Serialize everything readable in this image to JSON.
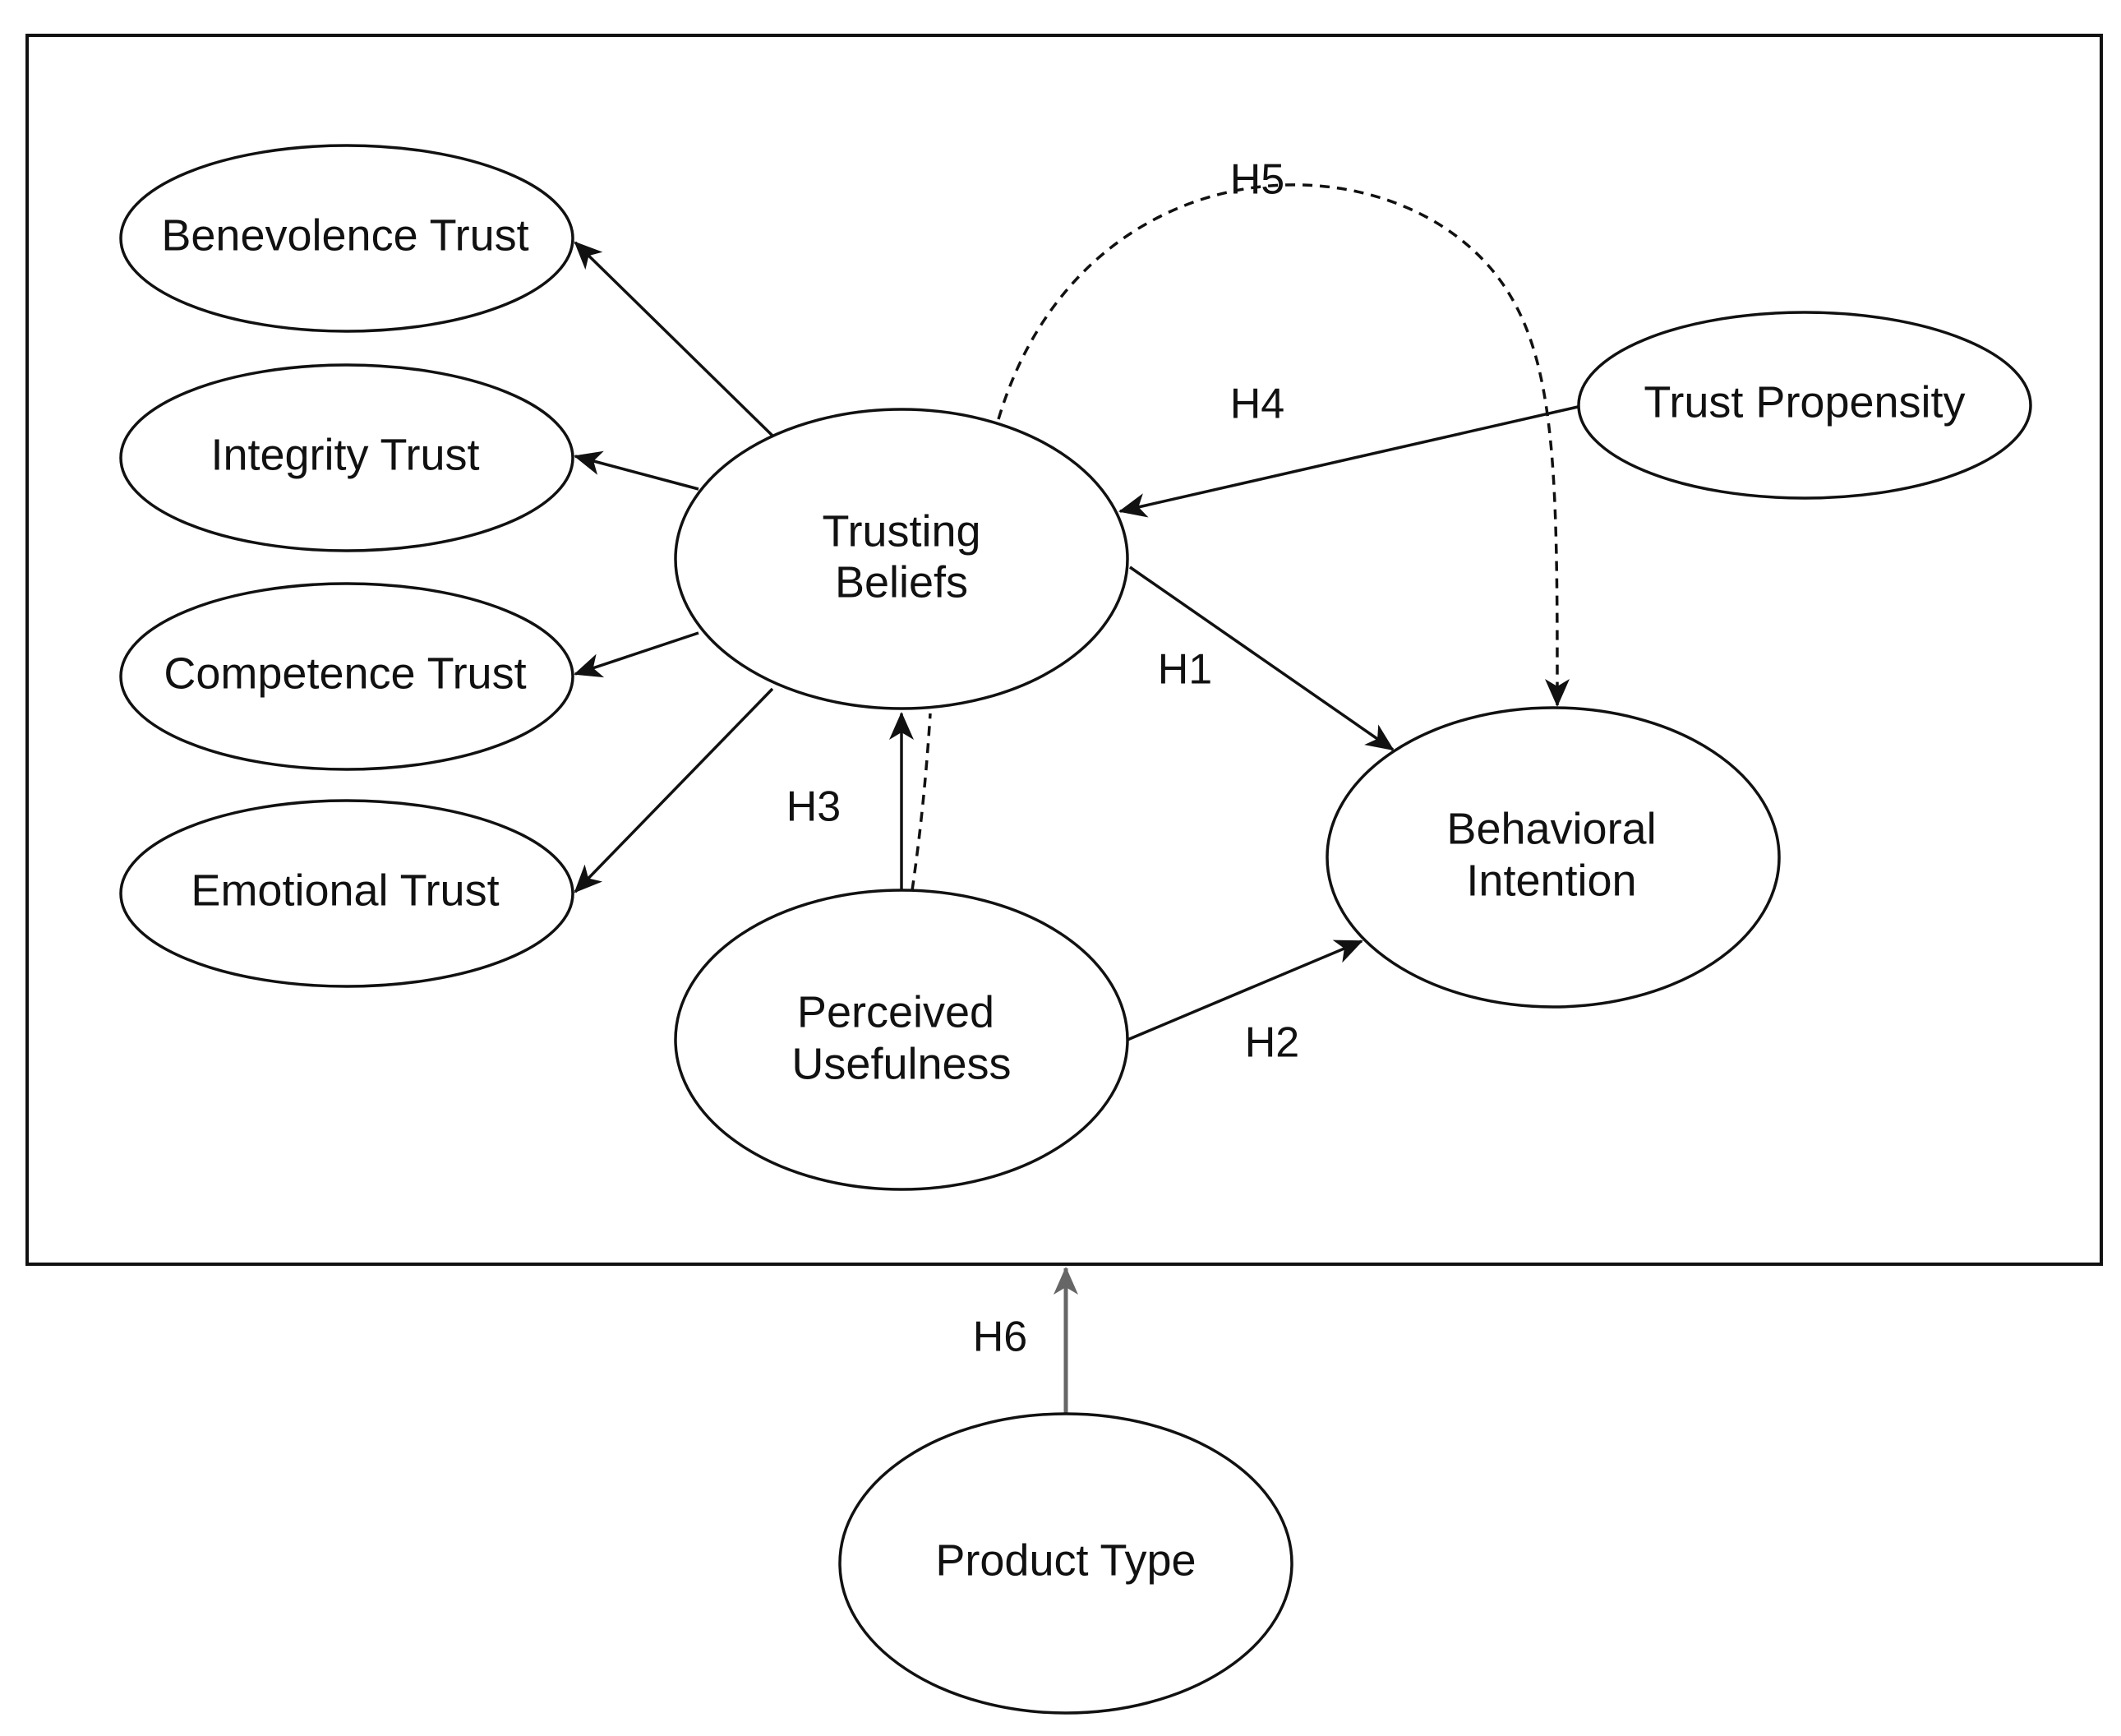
{
  "nodes": {
    "benevolence": {
      "lines": [
        "Benevolence Trust"
      ]
    },
    "integrity": {
      "lines": [
        "Integrity Trust"
      ]
    },
    "competence": {
      "lines": [
        "Competence Trust"
      ]
    },
    "emotional": {
      "lines": [
        "Emotional Trust"
      ]
    },
    "trusting": {
      "lines": [
        "Trusting",
        "Beliefs"
      ]
    },
    "propensity": {
      "lines": [
        "Trust Propensity"
      ]
    },
    "intention": {
      "lines": [
        "Behavioral",
        "Intention"
      ]
    },
    "usefulness": {
      "lines": [
        "Perceived",
        "Usefulness"
      ]
    },
    "product": {
      "lines": [
        "Product Type"
      ]
    }
  },
  "hypotheses": {
    "h1": "H1",
    "h2": "H2",
    "h3": "H3",
    "h4": "H4",
    "h5": "H5",
    "h6": "H6"
  },
  "colors": {
    "stroke": "#111111",
    "h6_arrow": "#666666",
    "background": "#ffffff"
  }
}
